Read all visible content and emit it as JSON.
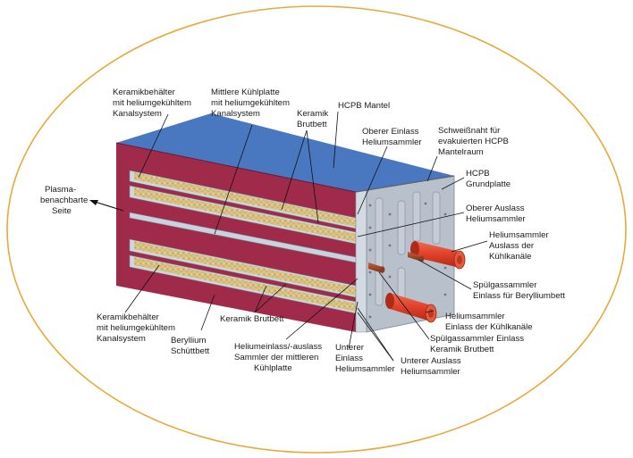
{
  "labels": {
    "plasma_side": [
      "Plasma-",
      "benachbarte",
      "Seite"
    ],
    "ceramic_container_top": [
      "Keramikbehälter",
      "mit heliumgekühltem",
      "Kanalsystem"
    ],
    "middle_cooling_plate": [
      "Mittlere Kühlplatte",
      "mit heliumgekühltem",
      "Kanalsystem"
    ],
    "ceramic_breeder_top": [
      "Keramik",
      "Brutbett"
    ],
    "hcpb_mantle": [
      "HCPB Mantel"
    ],
    "upper_inlet": [
      "Oberer Einlass",
      "Heliumsammler"
    ],
    "weld_seam": [
      "Schweißnaht für",
      "evakuierten HCPB",
      "Mantelraum"
    ],
    "base_plate": [
      "HCPB",
      "Grundplatte"
    ],
    "upper_outlet": [
      "Oberer Auslass",
      "Heliumsammler"
    ],
    "outlet_cooling_channels": [
      "Heliumsammler",
      "Auslass der",
      "Kühlkanäle"
    ],
    "purge_inlet_beryllium": [
      "Spülgassammler",
      "Einlass für Berylliumbett"
    ],
    "inlet_cooling_channels": [
      "Heliumsammler",
      "Einlass der Kühlkanäle"
    ],
    "purge_inlet_ceramic": [
      "Spülgassammler Einlass",
      "Keramik Brutbett"
    ],
    "lower_outlet": [
      "Unterer Auslass",
      "Heliumsammler"
    ],
    "lower_inlet": [
      "Unterer",
      "Einlass",
      "Heliumsammler"
    ],
    "middle_plate_manifold": [
      "Heliumeinlass/-auslass",
      "Sammler der mittleren",
      "Kühlplatte"
    ],
    "ceramic_breeder_bottom": [
      "Keramik Brutbett"
    ],
    "beryllium_bed": [
      "Beryllium",
      "Schüttbett"
    ],
    "ceramic_container_bottom": [
      "Keramikbehälter",
      "mit heliumgekühltem",
      "Kanalsystem"
    ]
  },
  "colors": {
    "ellipse": "#e8a93a",
    "side_face": "#a02a4a",
    "top_face": "#4a78c0",
    "end_plate": "#b4bcc8",
    "manifold": "#cfd5de",
    "breeder": "#d9c48a",
    "cooling_plate": "#b8c4d2",
    "pipe": "#e0402a"
  }
}
